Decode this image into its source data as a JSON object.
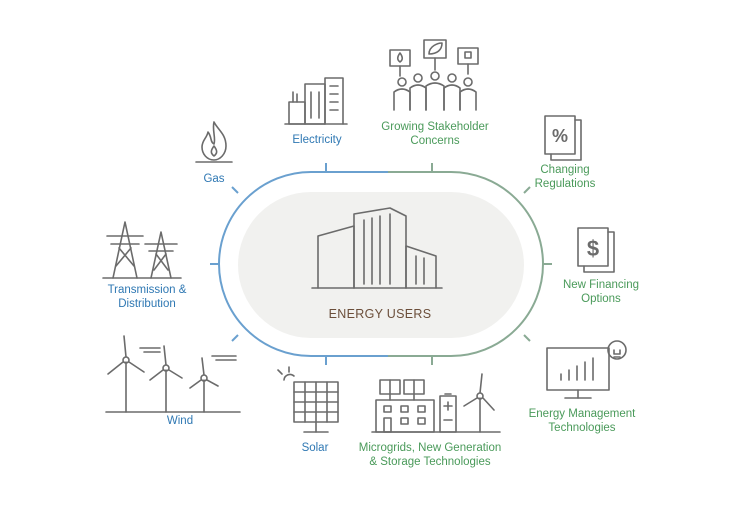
{
  "center": {
    "label": "ENERGY USERS"
  },
  "colors": {
    "supply": "#6aa0cf",
    "demand": "#8aaa94",
    "center_fill": "#f1f1ef",
    "icon": "#6b6b6b",
    "supply_text": "#2f78b3",
    "demand_text": "#4a9a5a"
  },
  "supply_side": [
    {
      "id": "gas",
      "label": "Gas",
      "icon": "flame-icon"
    },
    {
      "id": "electricity",
      "label": "Electricity",
      "icon": "power-plant-icon"
    },
    {
      "id": "transmission",
      "label": "Transmission &\nDistribution",
      "icon": "transmission-tower-icon"
    },
    {
      "id": "wind",
      "label": "Wind",
      "icon": "wind-turbine-icon"
    },
    {
      "id": "solar",
      "label": "Solar",
      "icon": "solar-panel-icon"
    }
  ],
  "demand_side": [
    {
      "id": "stakeholders",
      "label": "Growing Stakeholder\nConcerns",
      "icon": "protest-crowd-icon"
    },
    {
      "id": "regulations",
      "label": "Changing\nRegulations",
      "icon": "percent-document-icon"
    },
    {
      "id": "financing",
      "label": "New Financing\nOptions",
      "icon": "dollar-document-icon"
    },
    {
      "id": "management",
      "label": "Energy Management\nTechnologies",
      "icon": "monitor-chart-icon"
    },
    {
      "id": "microgrids",
      "label": "Microgrids, New Generation\n& Storage Technologies",
      "icon": "microgrid-icon"
    }
  ]
}
